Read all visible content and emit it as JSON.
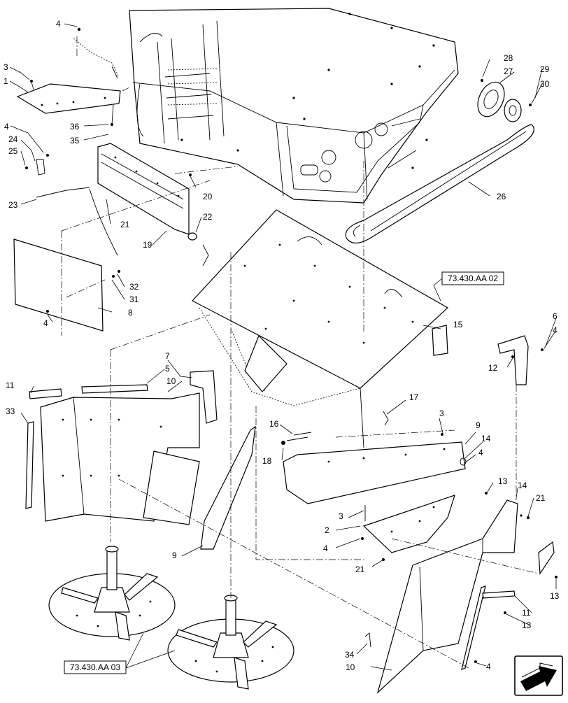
{
  "references": {
    "ref_top_right": "73.430.AA 02",
    "ref_bottom_left": "73.430.AA 03"
  },
  "callouts": {
    "c1": "1",
    "c2": "2",
    "c3a": "3",
    "c3b": "3",
    "c3c": "3",
    "c4a": "4",
    "c4b": "4",
    "c4c": "4",
    "c4d": "4",
    "c4e": "4",
    "c4f": "4",
    "c4g": "4",
    "c5": "5",
    "c6": "6",
    "c7": "7",
    "c8": "8",
    "c9a": "9",
    "c9b": "9",
    "c10a": "10",
    "c10b": "10",
    "c11a": "11",
    "c11b": "11",
    "c12": "12",
    "c13a": "13",
    "c13b": "13",
    "c13c": "13",
    "c14a": "14",
    "c14b": "14",
    "c15": "15",
    "c16": "16",
    "c17": "17",
    "c18": "18",
    "c19": "19",
    "c20": "20",
    "c21a": "21",
    "c21b": "21",
    "c21c": "21",
    "c22": "22",
    "c23": "23",
    "c24": "24",
    "c25": "25",
    "c26": "26",
    "c27": "27",
    "c28": "28",
    "c29": "29",
    "c30": "30",
    "c31": "31",
    "c32": "32",
    "c33": "33",
    "c34": "34",
    "c35": "35",
    "c36": "36"
  },
  "icons": {
    "nav": "next-page-arrow-icon"
  }
}
